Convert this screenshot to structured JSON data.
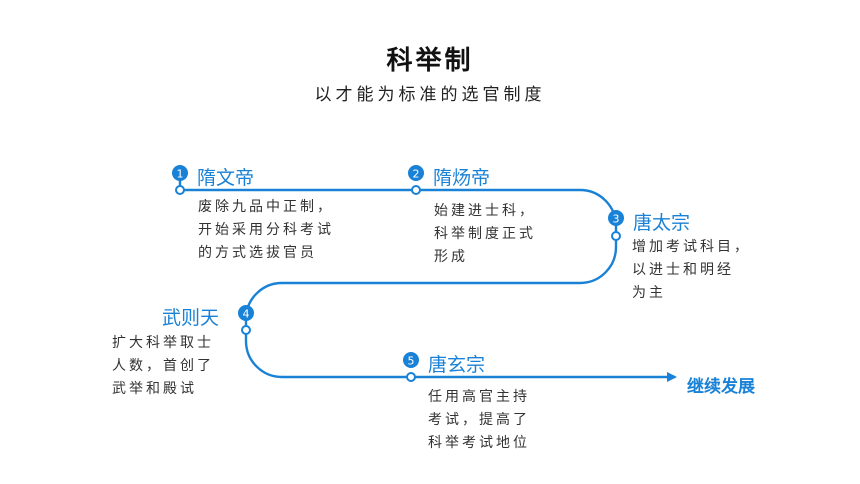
{
  "title": "科举制",
  "subtitle": "以才能为标准的选官制度",
  "accent_color": "#1a82d6",
  "steps": [
    {
      "number": "1",
      "emperor": "隋文帝",
      "lines": [
        "废除九品中正制，",
        "开始采用分科考试",
        "的方式选拔官员"
      ]
    },
    {
      "number": "2",
      "emperor": "隋炀帝",
      "lines": [
        "始建进士科，",
        "科举制度正式",
        "形成"
      ]
    },
    {
      "number": "3",
      "emperor": "唐太宗",
      "lines": [
        "增加考试科目，",
        "以进士和明经",
        "为主"
      ]
    },
    {
      "number": "4",
      "emperor": "武则天",
      "lines": [
        "扩大科举取士",
        "人数，首创了",
        "武举和殿试"
      ]
    },
    {
      "number": "5",
      "emperor": "唐玄宗",
      "lines": [
        "任用高官主持",
        "考试，提高了",
        "科举考试地位"
      ]
    }
  ],
  "continuation_label": "继续发展"
}
